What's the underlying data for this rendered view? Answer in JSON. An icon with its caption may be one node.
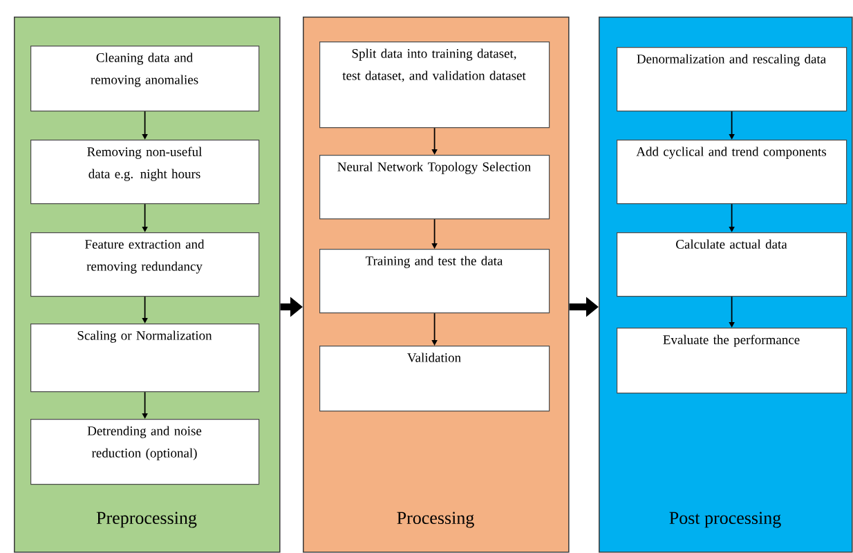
{
  "diagram": {
    "nodes": [
      {
        "text": [
          "Preprocessing"
        ]
      },
      {
        "text": [
          "Cleaning data and removing anomalies"
        ],
        "in": 0
      },
      {
        "text": [
          "Removing non-useful data e.g. night hours"
        ],
        "in": 0
      },
      {
        "text": [
          "Feature extraction and removing redundancy"
        ],
        "in": 0
      },
      {
        "text": [
          "Scaling or Normalization"
        ],
        "in": 0
      },
      {
        "text": [
          "Detrending and noise reduction (optional)"
        ],
        "in": 0
      },
      {
        "text": [
          "Processing"
        ]
      },
      {
        "text": [
          "Split data into training dataset, test dataset, and validation dataset"
        ],
        "in": 6
      },
      {
        "text": [
          "Neural Network Topology Selection"
        ],
        "in": 6
      },
      {
        "text": [
          "Training and test the data"
        ],
        "in": 6
      },
      {
        "text": [
          "Validation"
        ],
        "in": 6
      },
      {
        "text": [
          "Post processing"
        ]
      },
      {
        "text": [
          "Denormalization and rescaling data"
        ],
        "in": 11
      },
      {
        "text": [
          "Add cyclical and trend components"
        ],
        "in": 11
      },
      {
        "text": [
          "Calculate actual data"
        ],
        "in": 11
      },
      {
        "text": [
          "Evaluate the performance"
        ],
        "in": 11
      }
    ],
    "edges": [
      {
        "from": 1,
        "to": 2,
        "arrow": "to"
      },
      {
        "from": 2,
        "to": 3,
        "arrow": "to"
      },
      {
        "from": 3,
        "to": 4,
        "arrow": "to"
      },
      {
        "from": 4,
        "to": 5,
        "arrow": "to"
      },
      {
        "from": 7,
        "to": 8,
        "arrow": "to"
      },
      {
        "from": 8,
        "to": 9,
        "arrow": "to"
      },
      {
        "from": 9,
        "to": 10,
        "arrow": "to"
      },
      {
        "from": 12,
        "to": 13,
        "arrow": "to"
      },
      {
        "from": 13,
        "to": 14,
        "arrow": "to"
      },
      {
        "from": 14,
        "to": 15,
        "arrow": "to"
      },
      {
        "from": 0,
        "to": 6,
        "arrow": "to",
        "style": "thick"
      },
      {
        "from": 6,
        "to": 11,
        "arrow": "to",
        "style": "thick"
      }
    ]
  }
}
